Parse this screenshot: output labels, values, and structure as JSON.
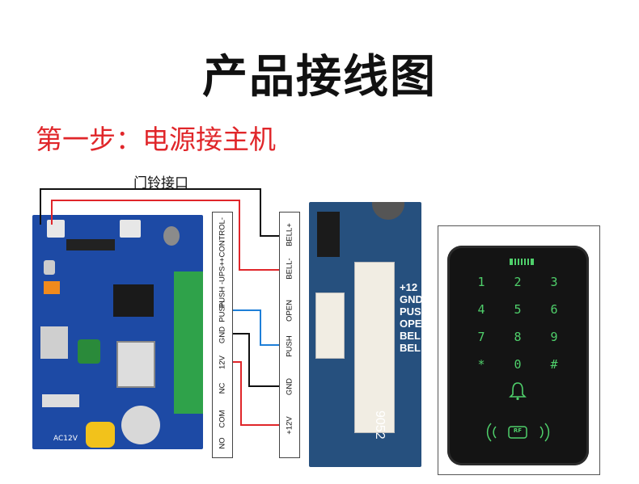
{
  "title": "产品接线图",
  "step": "第一步：电源接主机",
  "bell_label": "门铃接口",
  "left_terminals": [
    "+CONTROL-",
    "PUSH -UPS+",
    "PUSH",
    "GND",
    "12V",
    "NC",
    "COM",
    "NO"
  ],
  "right_terminals": [
    "BELL+",
    "BELL-",
    "OPEN",
    "PUSH",
    "GND",
    "+12V"
  ],
  "board_texts": [
    "AC12V"
  ],
  "photo_texts": [
    "+12",
    "GND",
    "PUS",
    "OPE",
    "BEL",
    "BEL",
    "9052"
  ],
  "keypad_keys": [
    "1",
    "2",
    "3",
    "4",
    "5",
    "6",
    "7",
    "8",
    "9",
    "*",
    "0",
    "#"
  ],
  "keypad_rf_label": "RF",
  "colors": {
    "red": "#e0262a",
    "blue": "#1e7fd8",
    "black": "#111111",
    "board": "#1d4aa5",
    "key_green": "#4fd06b"
  }
}
